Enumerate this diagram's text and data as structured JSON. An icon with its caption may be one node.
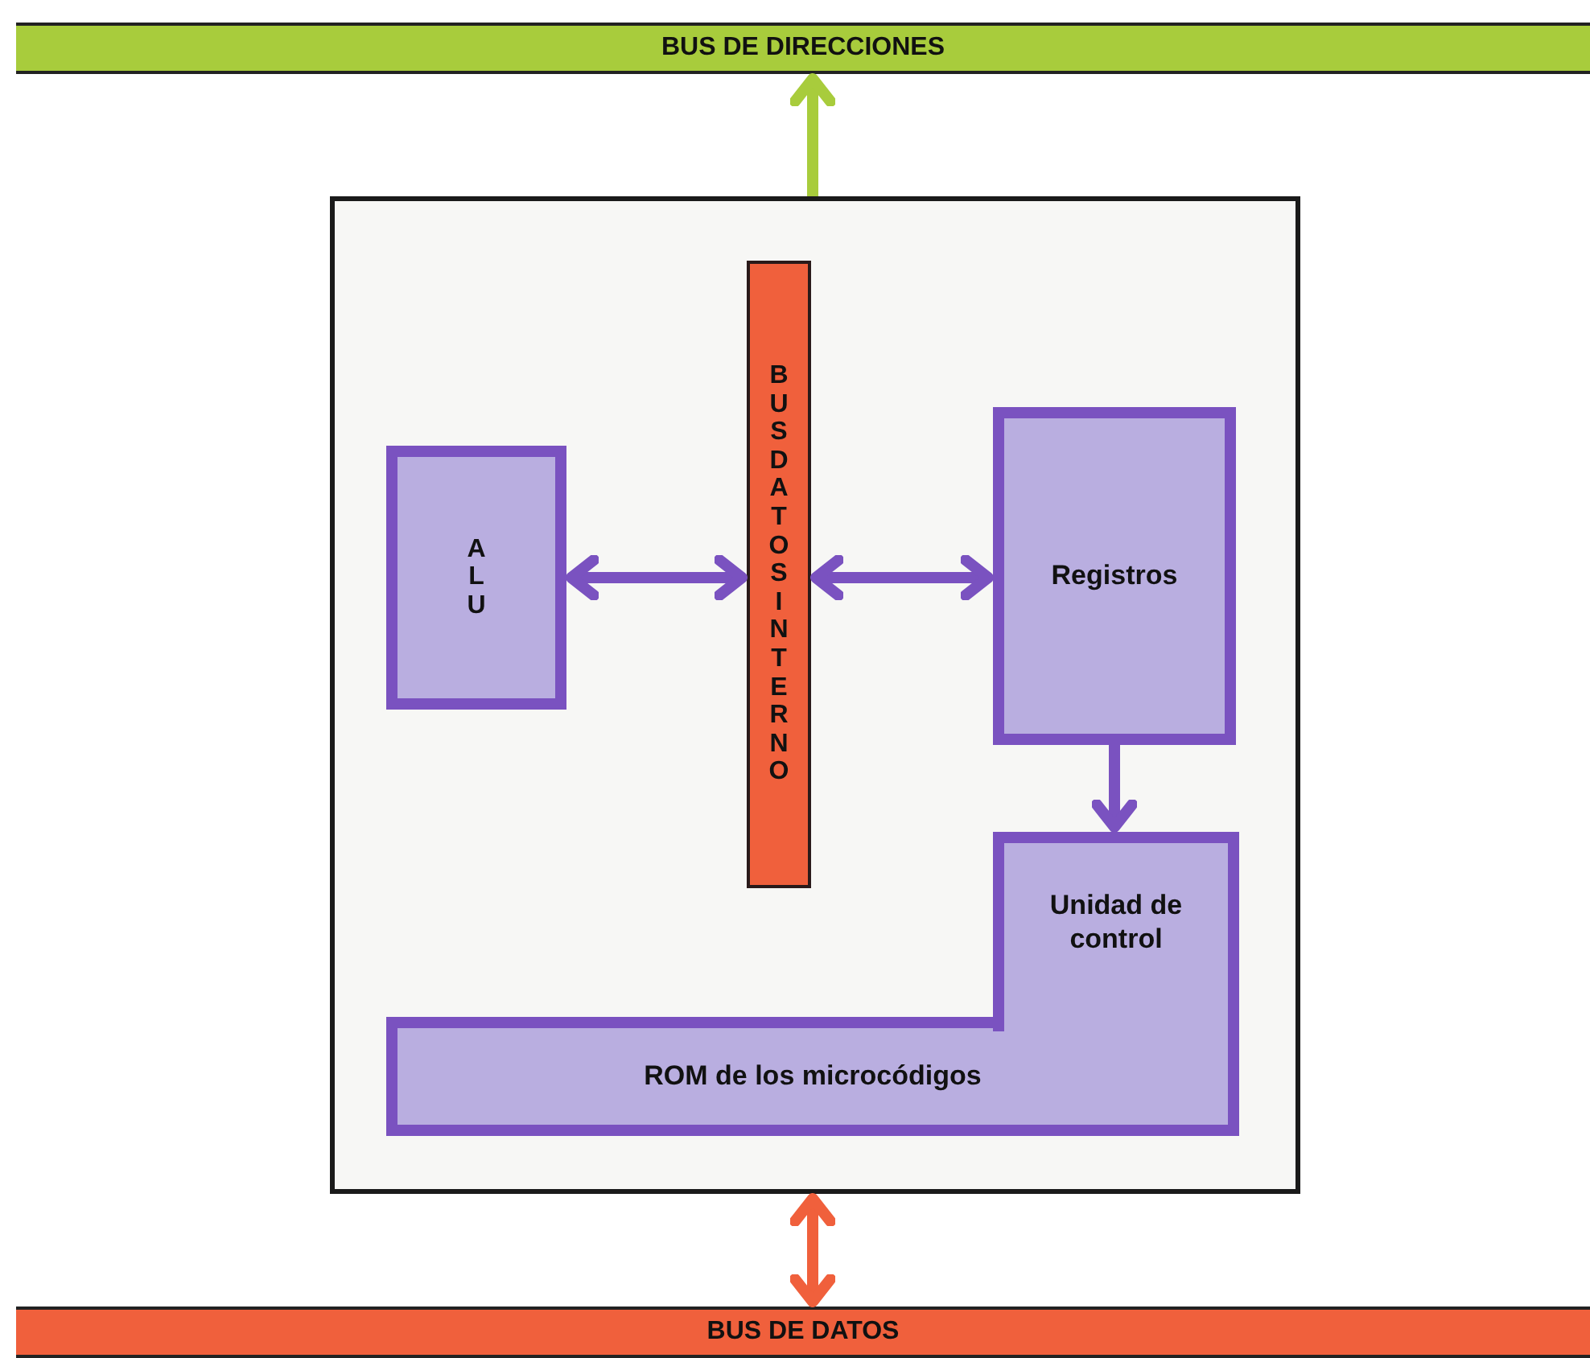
{
  "diagram": {
    "nodes": [
      {
        "text": [
          "BUS DE DIRECCIONES"
        ]
      },
      {
        "text": [],
        "shape": "box"
      },
      {
        "text": [
          "BUS DATOS INTERNO"
        ],
        "in": 1
      },
      {
        "text": [
          "ALU"
        ],
        "in": 1
      },
      {
        "text": [
          "Registros"
        ],
        "in": 1
      },
      {
        "text": [
          "Unidad de control"
        ],
        "in": 1
      },
      {
        "text": [
          "ROM de los microcódigos"
        ],
        "in": 1
      },
      {
        "text": [
          "BUS DE DATOS"
        ]
      }
    ],
    "edges": [
      {
        "from": 1,
        "to": 0,
        "arrow": "to",
        "color": "#a8cc3c"
      },
      {
        "from": 3,
        "to": 2,
        "arrow": "both"
      },
      {
        "from": 2,
        "to": 4,
        "arrow": "both"
      },
      {
        "from": 4,
        "to": 5,
        "arrow": "to"
      },
      {
        "from": 1,
        "to": 7,
        "arrow": "both",
        "color": "#f0603c"
      }
    ]
  }
}
